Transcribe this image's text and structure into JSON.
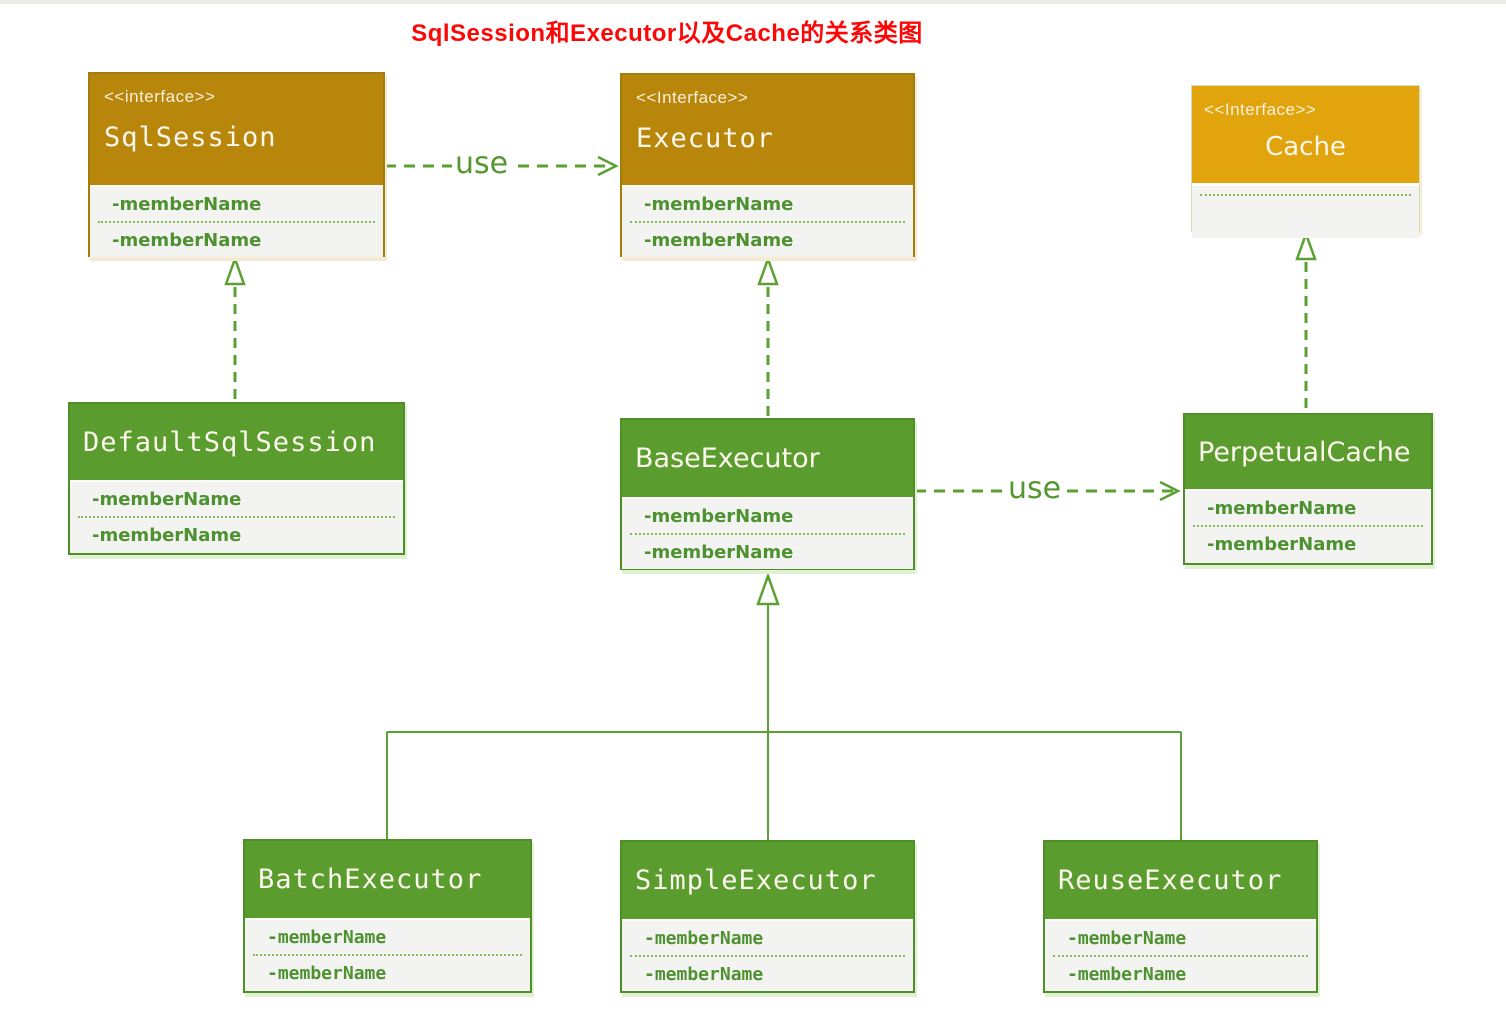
{
  "page": {
    "title": "SqlSession和Executor以及Cache的关系类图"
  },
  "colors": {
    "title_red": "#fd0606",
    "interface_header_gold": "#b8860b",
    "interface_header_amber": "#e2a40c",
    "class_header_green": "#5b9c2e",
    "body_gray": "#f3f3f1",
    "member_text_green": "#4d9130",
    "connector_green": "#5ba032"
  },
  "classes": [
    {
      "stereotype": "<<interface>>",
      "name": "SqlSession",
      "members": [
        "-memberName",
        "-memberName"
      ]
    },
    {
      "stereotype": "<<Interface>>",
      "name": "Executor",
      "members": [
        "-memberName",
        "-memberName"
      ]
    },
    {
      "stereotype": "<<Interface>>",
      "name": "Cache",
      "members": []
    },
    {
      "stereotype": "",
      "name": "DefaultSqlSession",
      "members": [
        "-memberName",
        "-memberName"
      ]
    },
    {
      "stereotype": "",
      "name": "BaseExecutor",
      "members": [
        "-memberName",
        "-memberName"
      ]
    },
    {
      "stereotype": "",
      "name": "PerpetualCache",
      "members": [
        "-memberName",
        "-memberName"
      ]
    },
    {
      "stereotype": "",
      "name": "BatchExecutor",
      "members": [
        "-memberName",
        "-memberName"
      ]
    },
    {
      "stereotype": "",
      "name": "SimpleExecutor",
      "members": [
        "-memberName",
        "-memberName"
      ]
    },
    {
      "stereotype": "",
      "name": "ReuseExecutor",
      "members": [
        "-memberName",
        "-memberName"
      ]
    }
  ],
  "relations": [
    {
      "type": "dependency",
      "label": "use",
      "from": "SqlSession",
      "to": "Executor"
    },
    {
      "type": "dependency",
      "label": "use",
      "from": "BaseExecutor",
      "to": "PerpetualCache"
    },
    {
      "type": "realization",
      "label": "",
      "from": "DefaultSqlSession",
      "to": "SqlSession"
    },
    {
      "type": "realization",
      "label": "",
      "from": "BaseExecutor",
      "to": "Executor"
    },
    {
      "type": "realization",
      "label": "",
      "from": "PerpetualCache",
      "to": "Cache"
    },
    {
      "type": "generalization",
      "label": "",
      "from": "BatchExecutor",
      "to": "BaseExecutor"
    },
    {
      "type": "generalization",
      "label": "",
      "from": "SimpleExecutor",
      "to": "BaseExecutor"
    },
    {
      "type": "generalization",
      "label": "",
      "from": "ReuseExecutor",
      "to": "BaseExecutor"
    }
  ]
}
